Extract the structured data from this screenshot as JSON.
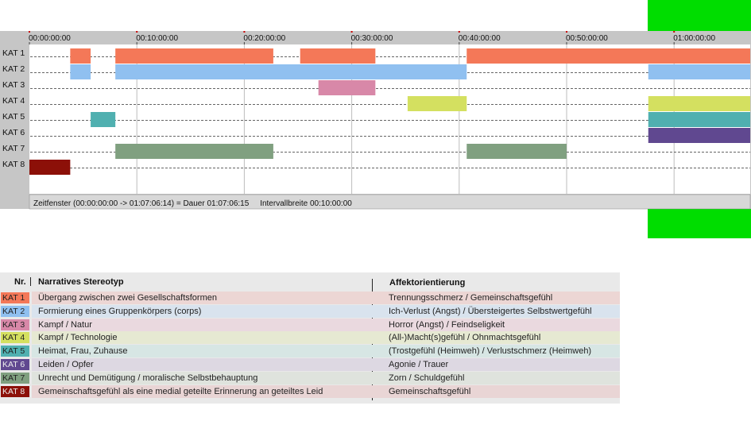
{
  "chart_data": {
    "type": "gantt",
    "x_ticks": [
      "00:00:00:00",
      "00:10:00:00",
      "00:20:00:00",
      "00:30:00:00",
      "00:40:00:00",
      "00:50:00:00",
      "01:00:00:00"
    ],
    "xlim_minutes": [
      0,
      67.1
    ],
    "categories": [
      "KAT 1",
      "KAT 2",
      "KAT 3",
      "KAT 4",
      "KAT 5",
      "KAT 6",
      "KAT 7",
      "KAT 8"
    ],
    "segments": [
      {
        "cat": 0,
        "start": 3.8,
        "end": 5.7
      },
      {
        "cat": 0,
        "start": 8.0,
        "end": 22.7
      },
      {
        "cat": 0,
        "start": 25.2,
        "end": 32.2
      },
      {
        "cat": 0,
        "start": 40.7,
        "end": 67.1
      },
      {
        "cat": 1,
        "start": 3.8,
        "end": 5.7
      },
      {
        "cat": 1,
        "start": 8.0,
        "end": 40.7
      },
      {
        "cat": 1,
        "start": 57.6,
        "end": 67.1
      },
      {
        "cat": 2,
        "start": 26.9,
        "end": 32.2
      },
      {
        "cat": 3,
        "start": 35.2,
        "end": 40.7
      },
      {
        "cat": 3,
        "start": 57.6,
        "end": 67.1
      },
      {
        "cat": 4,
        "start": 5.7,
        "end": 8.0
      },
      {
        "cat": 4,
        "start": 57.6,
        "end": 67.1
      },
      {
        "cat": 5,
        "start": 57.6,
        "end": 67.1
      },
      {
        "cat": 6,
        "start": 8.0,
        "end": 22.7
      },
      {
        "cat": 6,
        "start": 40.7,
        "end": 50.0
      },
      {
        "cat": 7,
        "start": 0,
        "end": 3.8
      }
    ],
    "status_text": "Zeitfenster (00:00:00:00 -> 01:07:06:14) = Dauer 01:07:06:15     Intervallbreite 00:10:00:00"
  },
  "colors": {
    "KAT 1": "#f47858",
    "KAT 2": "#90c0f0",
    "KAT 3": "#d888a8",
    "KAT 4": "#d4e060",
    "KAT 5": "#50b0b0",
    "KAT 6": "#604890",
    "KAT 7": "#80a080",
    "KAT 8": "#8c1008",
    "legend_bands": [
      "#ecd6d4",
      "#d9e3ee",
      "#ead9df",
      "#e6e9d2",
      "#d7e6e4",
      "#ddd8e2",
      "#dfe3dd",
      "#e9d5d5"
    ]
  },
  "legend": {
    "header_nr": "Nr.",
    "header_stereotyp": "Narratives Stereotyp",
    "header_affekt": "Affektorientierung",
    "rows": [
      {
        "kat": "KAT 1",
        "stereotyp": "Übergang zwischen zwei Gesellschaftsformen",
        "affekt": "Trennungsschmerz / Gemeinschaftsgefühl"
      },
      {
        "kat": "KAT 2",
        "stereotyp": "Formierung eines Gruppenkörpers (corps)",
        "affekt": "Ich-Verlust (Angst) / Übersteigertes Selbstwertgefühl"
      },
      {
        "kat": "KAT 3",
        "stereotyp": "Kampf / Natur",
        "affekt": "Horror (Angst) / Feindseligkeit"
      },
      {
        "kat": "KAT 4",
        "stereotyp": "Kampf / Technologie",
        "affekt": "(All-)Macht(s)gefühl / Ohnmachtsgefühl"
      },
      {
        "kat": "KAT 5",
        "stereotyp": "Heimat, Frau, Zuhause",
        "affekt": "(Trostgefühl (Heimweh) / Verlustschmerz (Heimweh)"
      },
      {
        "kat": "KAT 6",
        "stereotyp": "Leiden / Opfer",
        "affekt": "Agonie / Trauer"
      },
      {
        "kat": "KAT 7",
        "stereotyp": "Unrecht und Demütigung / moralische Selbstbehauptung",
        "affekt": "Zorn / Schuldgefühl"
      },
      {
        "kat": "KAT 8",
        "stereotyp": "Gemeinschaftsgefühl als eine medial geteilte Erinnerung an geteiltes Leid",
        "affekt": "Gemeinschaftsgefühl"
      }
    ]
  }
}
